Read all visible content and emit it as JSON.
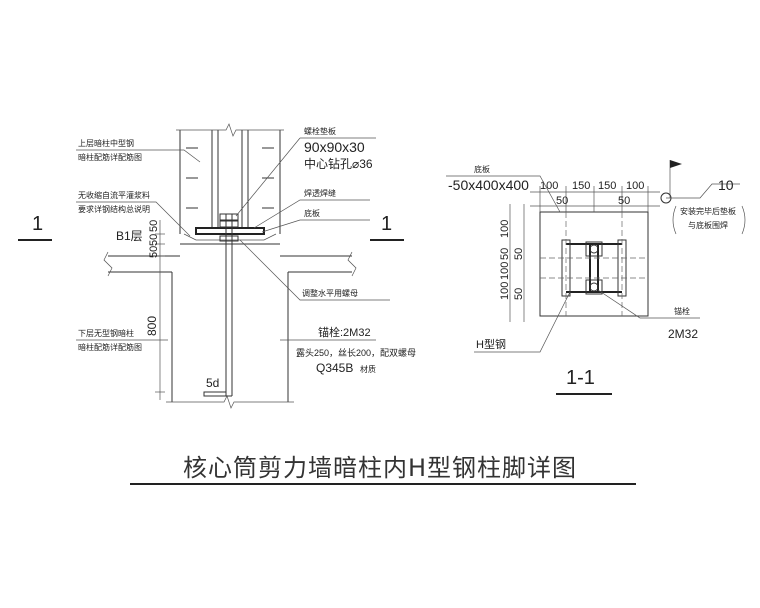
{
  "left_detail": {
    "section_mark": "1",
    "bolt_plate_label": "螺栓垫板",
    "bolt_plate_size": "90x90x30",
    "center_hole": "中心钻孔⌀36",
    "weld_label": "焊透焊缝",
    "base_plate_label": "底板",
    "upper_note_1": "上层暗柱中型钢",
    "upper_note_2": "暗柱配筋详配筋图",
    "grout_note_1": "无收缩自流平灌浆料",
    "grout_note_2": "要求详钢结构总说明",
    "floor_label": "B1层",
    "dim_50a": "50",
    "dim_50b": "50",
    "dim_50c": "50",
    "leveling_nut": "调整水平用螺母",
    "lower_note_1": "下层无型钢暗柱",
    "lower_note_2": "暗柱配筋详配筋图",
    "anchor_label": "锚栓:2M32",
    "anchor_detail": "露头250，丝长200，配双螺母",
    "anchor_material": "Q345B",
    "material_suffix": "材质",
    "dim_800": "800",
    "dim_5d": "5d"
  },
  "right_detail": {
    "base_plate_label": "底板",
    "base_plate_size": "-50x400x400",
    "top_dims": [
      "100",
      "150",
      "150",
      "100"
    ],
    "top_dims_2": [
      "50",
      "50"
    ],
    "elevation": "10",
    "install_note_1": "安装完毕后垫板",
    "install_note_2": "与底板围焊",
    "left_dims": [
      "100",
      "50",
      "100",
      "100",
      "50",
      "100"
    ],
    "left_dims_2": [
      "50",
      "50"
    ],
    "anchor_label": "锚栓",
    "anchor_spec": "2M32",
    "h_steel_label": "H型钢",
    "section_label": "1-1"
  },
  "title": "核心筒剪力墙暗柱内H型钢柱脚详图"
}
